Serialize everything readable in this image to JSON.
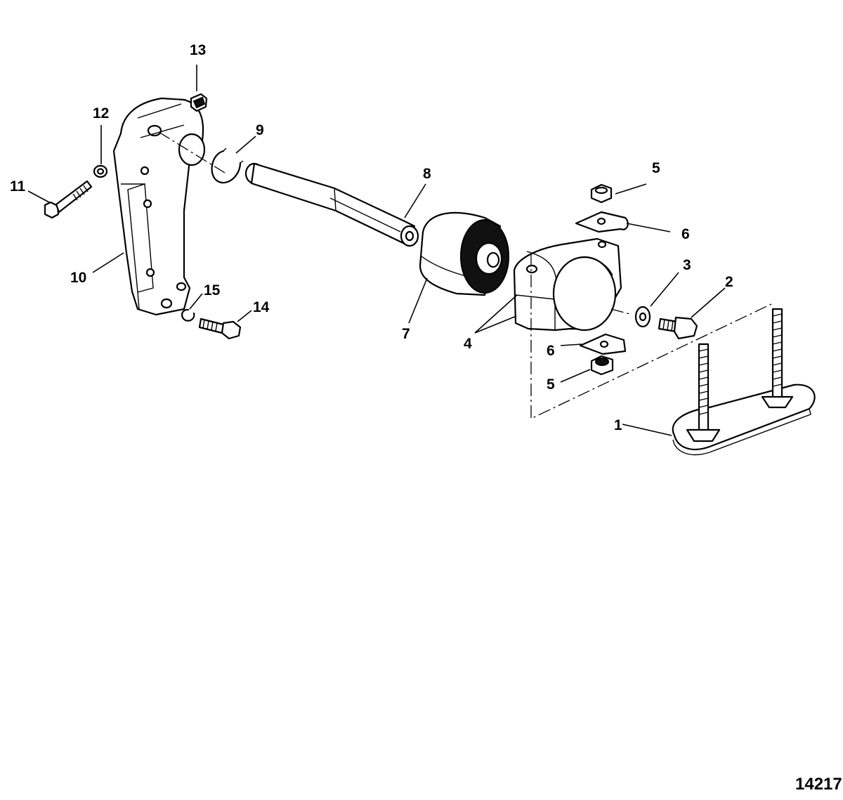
{
  "diagram": {
    "figure_number": "14217",
    "callouts": [
      {
        "id": "callout-1",
        "text": "1"
      },
      {
        "id": "callout-2",
        "text": "2"
      },
      {
        "id": "callout-3",
        "text": "3"
      },
      {
        "id": "callout-4",
        "text": "4"
      },
      {
        "id": "callout-5a",
        "text": "5"
      },
      {
        "id": "callout-5b",
        "text": "5"
      },
      {
        "id": "callout-6a",
        "text": "6"
      },
      {
        "id": "callout-6b",
        "text": "6"
      },
      {
        "id": "callout-7",
        "text": "7"
      },
      {
        "id": "callout-8",
        "text": "8"
      },
      {
        "id": "callout-9",
        "text": "9"
      },
      {
        "id": "callout-10",
        "text": "10"
      },
      {
        "id": "callout-11",
        "text": "11"
      },
      {
        "id": "callout-12",
        "text": "12"
      },
      {
        "id": "callout-13",
        "text": "13"
      },
      {
        "id": "callout-14",
        "text": "14"
      },
      {
        "id": "callout-15",
        "text": "15"
      }
    ]
  }
}
